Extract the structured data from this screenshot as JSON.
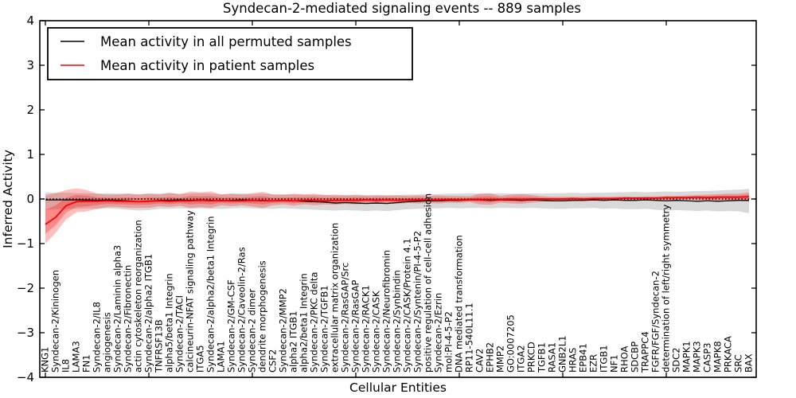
{
  "chart_data": {
    "type": "line",
    "title": "Syndecan-2-mediated signaling events -- 889 samples",
    "xlabel": "Cellular Entities",
    "ylabel": "Inferred Activity",
    "ylim": [
      -4,
      4
    ],
    "ytick_values": [
      -4,
      -3,
      -2,
      -1,
      0,
      1,
      2,
      3,
      4
    ],
    "ytick_labels": [
      "−4",
      "−3",
      "−2",
      "−1",
      "0",
      "1",
      "2",
      "3",
      "4"
    ],
    "xtick_every": 10,
    "grid": false,
    "legend_position": "upper left",
    "zero_line": {
      "value": 0,
      "style": "dotted",
      "color": "#000000"
    },
    "categories": [
      "KNG1",
      "Syndecan-2/Kininogen",
      "IL8",
      "LAMA3",
      "FN1",
      "Syndecan-2/IL8",
      "angiogenesis",
      "Syndecan-2/Laminin alpha3",
      "Syndecan-2/Fibronectin",
      "actin cytoskeleton reorganization",
      "Syndecan-2/alpha2 ITGB1",
      "TNFRSF13B",
      "alpha5/beta1 Integrin",
      "Syndecan-2/TACI",
      "calcineurin-NFAT signaling pathway",
      "ITGA5",
      "Syndecan-2/alpha2/beta1 Integrin",
      "LAMA1",
      "Syndecan-2/GM-CSF",
      "Syndecan-2/Caveolin-2/Ras",
      "Syndecan-2 dimer",
      "dendrite morphogenesis",
      "CSF2",
      "Syndecan-2/MMP2",
      "alpha2 ITGB1",
      "alpha2/beta1 Integrin",
      "Syndecan-2/PKC delta",
      "Syndecan-2/TGFB1",
      "extracellular matrix organization",
      "Syndecan-2/RasGAP/Src",
      "Syndecan-2/RasGAP",
      "Syndecan-2/RACK1",
      "Syndecan-2/CASK",
      "Syndecan-2/Neurofibromin",
      "Syndecan-2/Synbindin",
      "Syndecan-2/CASK/Protein 4.1",
      "Syndecan-2/Syntenin/PI-4-5-P2",
      "positive regulation of cell-cell adhesion",
      "Syndecan-2/Ezrin",
      "mol:PI-4-5-P2",
      "DNA mediated transformation",
      "RP11-540L11.1",
      "CAV2",
      "EPHB2",
      "MMP2",
      "GO:0007205",
      "ITGA2",
      "PRKCD",
      "TGFB1",
      "RASA1",
      "GNB2L1",
      "HRAS",
      "EPB41",
      "EZR",
      "ITGB1",
      "NF1",
      "RHOA",
      "SDCBP",
      "TRAPPC4",
      "FGFR/FGF/Syndecan-2",
      "determination of left/right symmetry",
      "SDC2",
      "MAPK1",
      "MAPK3",
      "CASP3",
      "MAPK8",
      "PRKACA",
      "SRC",
      "BAX"
    ],
    "series": [
      {
        "name": "Mean activity in all permuted samples",
        "color": "#000000",
        "band_color": "#aaaaaa",
        "values": [
          -0.02,
          -0.02,
          -0.02,
          -0.02,
          -0.02,
          -0.03,
          -0.02,
          -0.03,
          -0.04,
          -0.06,
          -0.05,
          -0.03,
          -0.03,
          -0.02,
          -0.03,
          -0.02,
          -0.03,
          -0.04,
          -0.03,
          -0.02,
          -0.03,
          -0.03,
          -0.04,
          -0.03,
          -0.04,
          -0.05,
          -0.06,
          -0.07,
          -0.09,
          -0.08,
          -0.09,
          -0.1,
          -0.09,
          -0.1,
          -0.08,
          -0.06,
          -0.05,
          -0.04,
          -0.04,
          -0.03,
          -0.03,
          -0.02,
          -0.02,
          -0.03,
          -0.02,
          -0.02,
          -0.03,
          -0.02,
          -0.03,
          -0.04,
          -0.04,
          -0.03,
          -0.03,
          -0.02,
          -0.03,
          -0.02,
          -0.03,
          -0.03,
          -0.02,
          -0.03,
          -0.04,
          -0.03,
          -0.04,
          -0.05,
          -0.04,
          -0.05,
          -0.04,
          -0.03,
          -0.03
        ],
        "band_upper": [
          0.15,
          0.14,
          0.14,
          0.13,
          0.13,
          0.12,
          0.13,
          0.12,
          0.12,
          0.11,
          0.12,
          0.12,
          0.13,
          0.12,
          0.12,
          0.13,
          0.12,
          0.11,
          0.12,
          0.12,
          0.11,
          0.12,
          0.11,
          0.11,
          0.1,
          0.1,
          0.09,
          0.09,
          0.08,
          0.09,
          0.08,
          0.08,
          0.08,
          0.08,
          0.09,
          0.1,
          0.1,
          0.11,
          0.11,
          0.12,
          0.12,
          0.13,
          0.12,
          0.12,
          0.13,
          0.12,
          0.12,
          0.13,
          0.12,
          0.13,
          0.13,
          0.14,
          0.13,
          0.14,
          0.14,
          0.15,
          0.15,
          0.16,
          0.15,
          0.16,
          0.17,
          0.16,
          0.17,
          0.18,
          0.18,
          0.19,
          0.2,
          0.21,
          0.23
        ],
        "band_lower": [
          -0.24,
          -0.23,
          -0.22,
          -0.22,
          -0.21,
          -0.22,
          -0.21,
          -0.22,
          -0.24,
          -0.26,
          -0.25,
          -0.22,
          -0.22,
          -0.21,
          -0.22,
          -0.21,
          -0.22,
          -0.22,
          -0.21,
          -0.2,
          -0.21,
          -0.22,
          -0.22,
          -0.21,
          -0.22,
          -0.23,
          -0.24,
          -0.25,
          -0.26,
          -0.25,
          -0.26,
          -0.27,
          -0.26,
          -0.27,
          -0.25,
          -0.23,
          -0.22,
          -0.21,
          -0.21,
          -0.2,
          -0.21,
          -0.2,
          -0.2,
          -0.21,
          -0.2,
          -0.2,
          -0.21,
          -0.2,
          -0.21,
          -0.22,
          -0.22,
          -0.21,
          -0.21,
          -0.2,
          -0.22,
          -0.21,
          -0.23,
          -0.23,
          -0.22,
          -0.24,
          -0.26,
          -0.25,
          -0.26,
          -0.27,
          -0.26,
          -0.28,
          -0.27,
          -0.28,
          -0.32
        ]
      },
      {
        "name": "Mean activity in patient samples",
        "color": "#ff0000",
        "band_color": "#ff0000",
        "values": [
          -0.57,
          -0.41,
          -0.15,
          -0.06,
          -0.05,
          -0.05,
          -0.04,
          -0.05,
          -0.05,
          -0.06,
          -0.05,
          -0.04,
          -0.05,
          -0.04,
          -0.04,
          -0.03,
          -0.04,
          -0.03,
          -0.04,
          -0.04,
          -0.03,
          -0.04,
          -0.04,
          -0.03,
          -0.04,
          -0.03,
          -0.03,
          -0.04,
          -0.03,
          -0.03,
          -0.03,
          -0.02,
          -0.03,
          -0.02,
          -0.03,
          -0.02,
          -0.02,
          -0.02,
          -0.02,
          -0.01,
          -0.02,
          -0.01,
          -0.01,
          -0.01,
          -0.01,
          0.0,
          -0.01,
          0.0,
          0.0,
          0.0,
          0.0,
          0.01,
          0.0,
          0.01,
          0.01,
          0.01,
          0.02,
          0.02,
          0.02,
          0.02,
          0.03,
          0.03,
          0.03,
          0.04,
          0.03,
          0.04,
          0.04,
          0.04,
          0.05
        ],
        "band_upper": [
          0.09,
          0.13,
          0.2,
          0.24,
          0.2,
          0.12,
          0.1,
          0.1,
          0.12,
          0.1,
          0.12,
          0.1,
          0.14,
          0.1,
          0.17,
          0.15,
          0.17,
          0.1,
          0.12,
          0.1,
          0.13,
          0.16,
          0.1,
          0.09,
          0.12,
          0.1,
          0.12,
          0.09,
          0.1,
          0.08,
          0.1,
          0.08,
          0.09,
          0.08,
          0.08,
          0.07,
          0.08,
          0.07,
          0.08,
          0.07,
          0.07,
          0.06,
          0.12,
          0.13,
          0.07,
          0.1,
          0.11,
          0.09,
          0.06,
          0.05,
          0.05,
          0.05,
          0.05,
          0.05,
          0.05,
          0.05,
          0.06,
          0.05,
          0.06,
          0.06,
          0.07,
          0.07,
          0.08,
          0.09,
          0.1,
          0.11,
          0.12,
          0.12,
          0.15
        ],
        "band_lower": [
          -1.0,
          -0.76,
          -0.46,
          -0.3,
          -0.28,
          -0.22,
          -0.18,
          -0.18,
          -0.2,
          -0.2,
          -0.2,
          -0.16,
          -0.18,
          -0.15,
          -0.2,
          -0.18,
          -0.2,
          -0.14,
          -0.16,
          -0.14,
          -0.17,
          -0.2,
          -0.14,
          -0.12,
          -0.15,
          -0.12,
          -0.14,
          -0.12,
          -0.13,
          -0.11,
          -0.12,
          -0.1,
          -0.11,
          -0.1,
          -0.11,
          -0.09,
          -0.1,
          -0.09,
          -0.1,
          -0.08,
          -0.09,
          -0.07,
          -0.12,
          -0.13,
          -0.08,
          -0.1,
          -0.11,
          -0.08,
          -0.06,
          -0.05,
          -0.05,
          -0.04,
          -0.04,
          -0.04,
          -0.04,
          -0.03,
          -0.03,
          -0.02,
          -0.02,
          -0.02,
          -0.02,
          -0.01,
          -0.01,
          -0.02,
          -0.03,
          -0.03,
          -0.04,
          -0.04,
          -0.06
        ]
      }
    ]
  },
  "legend": {
    "entries": [
      {
        "label": "Mean activity in all permuted samples",
        "color": "#000000"
      },
      {
        "label": "Mean activity in patient samples",
        "color": "#ff0000"
      }
    ]
  }
}
